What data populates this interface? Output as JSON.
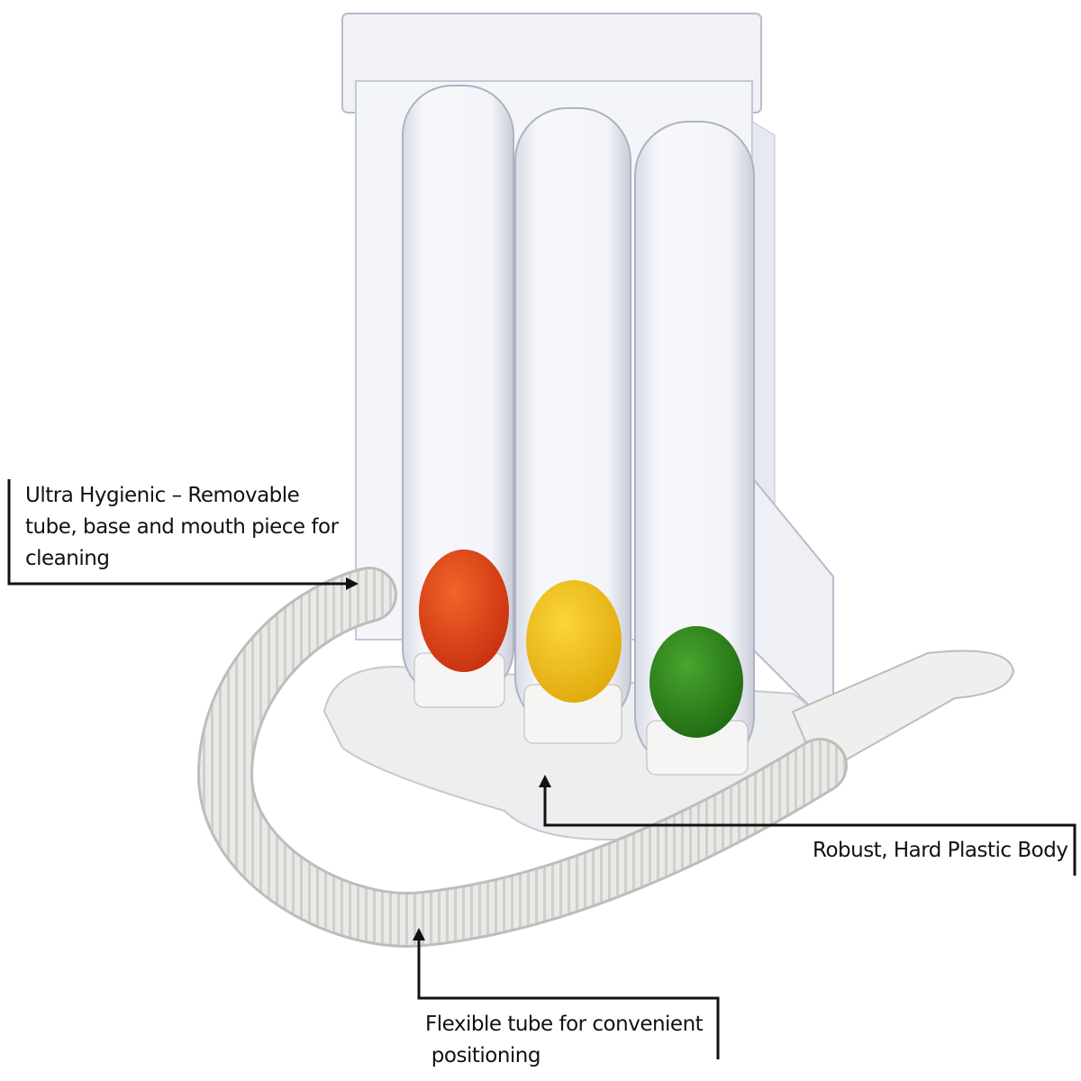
{
  "product": {
    "ball_colors": {
      "red": "#e2401a",
      "yellow": "#f2c21a",
      "green": "#2f8a1e"
    },
    "body_color": "#eef0f4",
    "hose_color": "#e6e6e4"
  },
  "callouts": {
    "hygienic": {
      "lines": [
        "Ultra Hygienic – Removable",
        "tube, base and mouth piece for",
        "cleaning"
      ]
    },
    "body": {
      "lines": [
        "Robust, Hard Plastic Body"
      ]
    },
    "tube": {
      "lines": [
        "Flexible tube for convenient",
        " positioning"
      ]
    }
  }
}
